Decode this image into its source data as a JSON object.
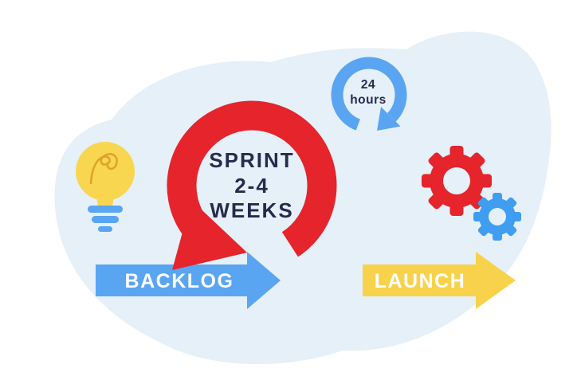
{
  "diagram": {
    "name": "scrum-sprint-cycle",
    "colors": {
      "blob": "#e5f0f8",
      "sprint_red": "#e5242c",
      "arrow_blue": "#5aa5f2",
      "launch_yellow": "#f8d24b",
      "bulb_yellow": "#f9d64f",
      "filament_gold": "#dfa32b",
      "base_blue": "#5aa5f2",
      "gear_red": "#e5242c",
      "gear_blue": "#3f9ef2",
      "hole_fill": "#e5f0f8",
      "text_navy": "#252b4d",
      "label_white": "#ffffff"
    },
    "backlog_arrow": {
      "label": "BACKLOG"
    },
    "launch_arrow": {
      "label": "LAUNCH"
    },
    "sprint_loop": {
      "line1": "SPRINT",
      "line2": "2-4",
      "line3": "WEEKS"
    },
    "daily_loop": {
      "line1": "24",
      "line2": "hours"
    },
    "icons": {
      "lightbulb": "idea-lightbulb-icon",
      "sprint_loop": "sprint-cycle-arrow-icon",
      "daily_loop": "daily-cycle-arrow-icon",
      "gear_large": "gear-large-icon",
      "gear_small": "gear-small-icon"
    }
  }
}
